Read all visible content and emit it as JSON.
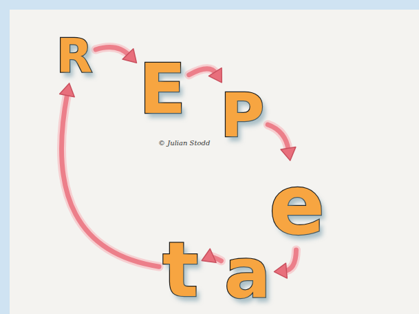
{
  "diagram": {
    "nodes": [
      {
        "text": [
          "R"
        ]
      },
      {
        "text": [
          "E"
        ]
      },
      {
        "text": [
          "P"
        ]
      },
      {
        "text": [
          "e"
        ]
      },
      {
        "text": [
          "a"
        ]
      },
      {
        "text": [
          "t"
        ]
      }
    ],
    "edges": [
      {
        "from": 0,
        "to": 1,
        "arrow": "to"
      },
      {
        "from": 1,
        "to": 2,
        "arrow": "to"
      },
      {
        "from": 2,
        "to": 3,
        "arrow": "to"
      },
      {
        "from": 3,
        "to": 4,
        "arrow": "to"
      },
      {
        "from": 4,
        "to": 5,
        "arrow": "to"
      },
      {
        "from": 5,
        "to": 0,
        "arrow": "to"
      }
    ],
    "labels": [
      "© Julian Stodd"
    ]
  }
}
